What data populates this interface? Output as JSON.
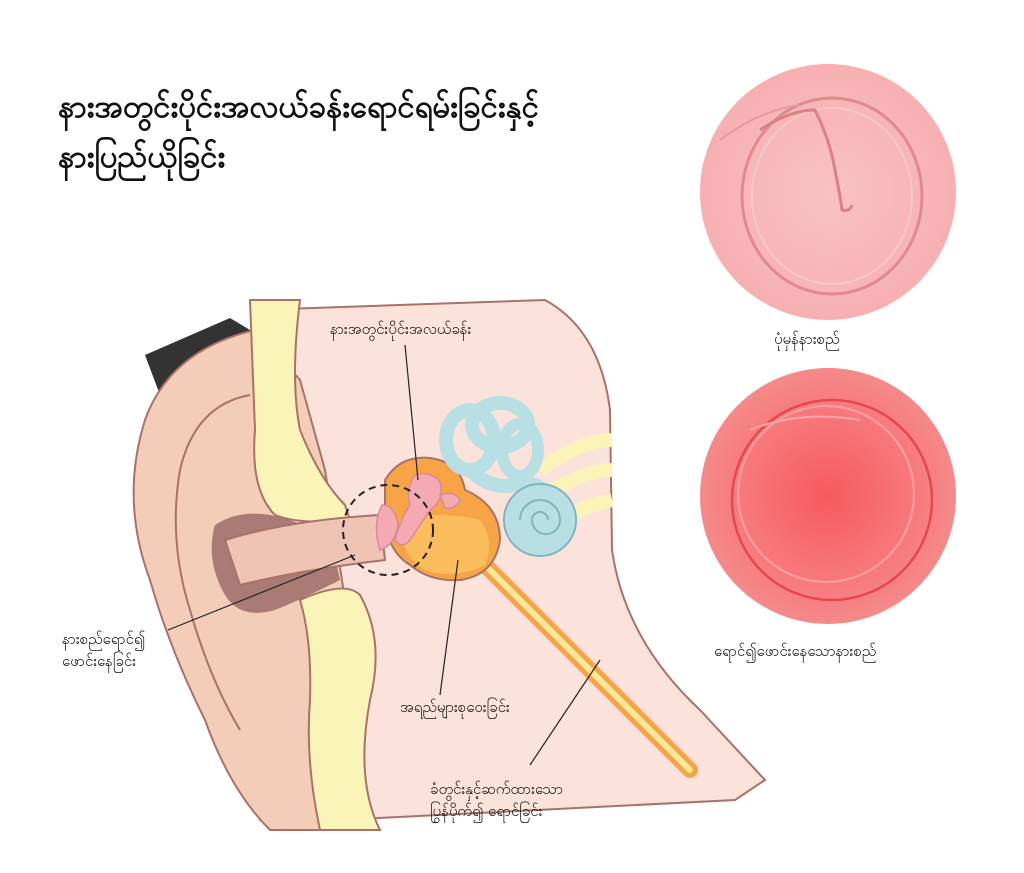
{
  "title": {
    "line1": "နားအတွင်းပိုင်းအလယ်ခန်းရောင်ရမ်းခြင်းနှင့်",
    "line2": "နားပြည်ယိုခြင်း"
  },
  "labels": {
    "middle_ear": "နားအတွင်းပိုင်းအလယ်ခန်း",
    "eardrum_inflamed_line1": "နားစည်ရောင်၍",
    "eardrum_inflamed_line2": "ဖောင်းနေခြင်း",
    "fluid_buildup": "အရည်များစုဝေးခြင်း",
    "eustachian_line1": "ခံတွင်းနှင့်ဆက်ထားသော",
    "eustachian_line2": "ပြွန်ပိုက်၍ ရောင်ခြင်း",
    "normal_eardrum": "ပုံမှန်နားစည်",
    "inflamed_eardrum": "ရောင်၍ဖောင်းနေသောနားစည်"
  },
  "colors": {
    "skin": "#f3cdb8",
    "skin_outline": "#a8726a",
    "inner_pink": "#fbe3db",
    "bone": "#faf4b8",
    "canal_dark": "#a97b74",
    "middle_ear_orange": "#f7a446",
    "inner_ear_blue": "#b8e0e4",
    "normal_drum": "#f8b8b8",
    "inflamed_drum": "#f46a6a",
    "hair": "#333333"
  }
}
